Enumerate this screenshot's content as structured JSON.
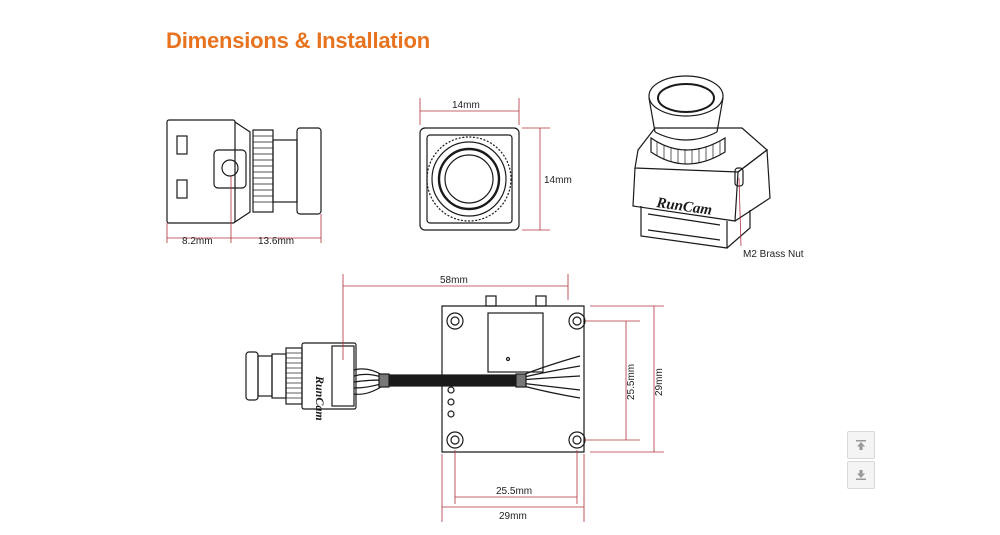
{
  "title": "Dimensions & Installation",
  "labels": {
    "side_left": "8.2mm",
    "side_right": "13.6mm",
    "front_width": "14mm",
    "front_height": "14mm",
    "iso_brand": "RunCam",
    "iso_nut": "M2 Brass Nut",
    "bottom_cable_length": "58mm",
    "bottom_brand": "RunCam",
    "bottom_hole_height": "25.5mm",
    "bottom_board_height": "29mm",
    "bottom_hole_width": "25.5mm",
    "bottom_board_width": "29mm"
  },
  "controls": {
    "scroll_up_icon": "arrow-up-icon",
    "scroll_down_icon": "arrow-down-icon"
  },
  "colors": {
    "title": "#e8731e",
    "dimension_line": "#b0303a",
    "drawing_line": "#1a1a1a"
  }
}
